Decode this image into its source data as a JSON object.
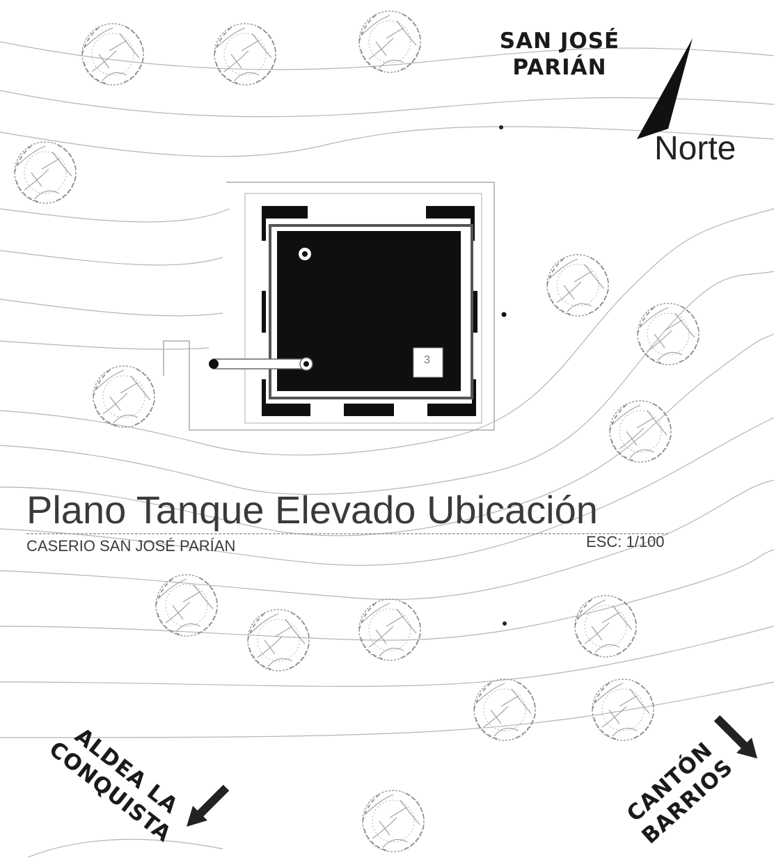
{
  "labels": {
    "top_destination": [
      "SAN JOSÉ",
      "PARIÁN"
    ],
    "north": "Norte",
    "bottom_left_destination": [
      "ALDEA LA",
      "CONQUISTA"
    ],
    "bottom_right_destination": [
      "CANTÓN",
      "BARRIOS"
    ]
  },
  "title": {
    "main": "Plano Tanque Elevado Ubicación",
    "subtitle": "CASERIO SAN JOSÉ PARÍAN",
    "scale": "ESC: 1/100"
  },
  "tank_marker": "3",
  "icons": {
    "north_arrow": "north-arrow-icon",
    "tree": "tree-icon",
    "direction_arrow": "direction-arrow-icon"
  },
  "colors": {
    "tank_fill": "#0f0f0f",
    "contour_lines": "#b4b4b4",
    "tree_stroke": "#9a9a9a",
    "text": "#1a1a1a"
  }
}
